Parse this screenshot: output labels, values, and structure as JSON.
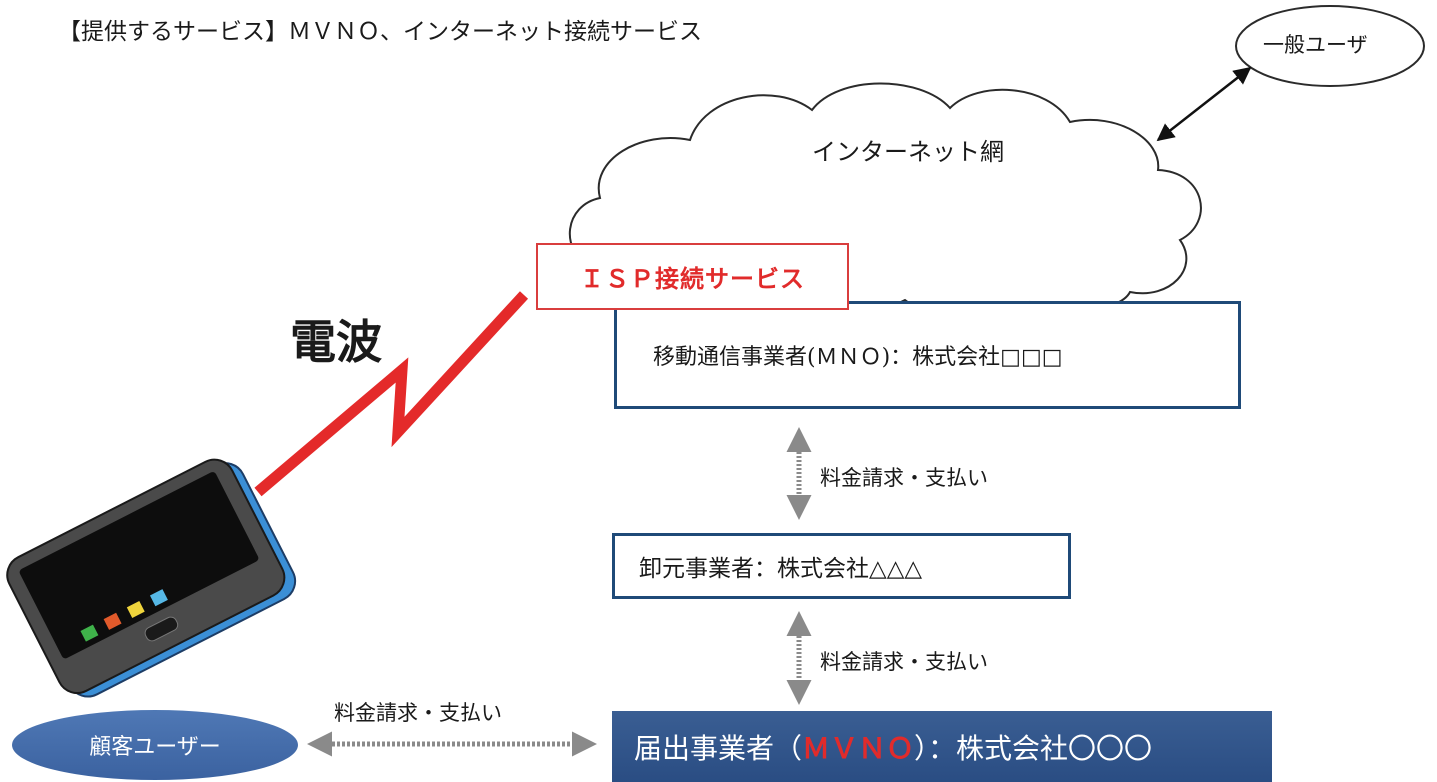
{
  "title": "【提供するサービス】ＭＶＮＯ、インターネット接続サービス",
  "cloud": {
    "label": "インターネット網"
  },
  "general_user": {
    "label": "一般ユーザ"
  },
  "isp": {
    "label": "ＩＳＰ接続サービス"
  },
  "radio": {
    "label": "電波"
  },
  "mno": {
    "label": "移動通信事業者(ＭＮＯ)：株式会社□□□"
  },
  "wholesaler": {
    "label": "卸元事業者：株式会社△△△"
  },
  "mvno": {
    "prefix": "届出事業者（",
    "highlight": "ＭＶＮＯ",
    "suffix": "）：株式会社〇〇〇"
  },
  "customer": {
    "label": "顧客ユーザー"
  },
  "flows": {
    "mno_wholesaler": "料金請求・支払い",
    "wholesaler_mvno": "料金請求・支払い",
    "customer_mvno": "料金請求・支払い"
  },
  "colors": {
    "accent_red": "#e12b2b",
    "box_border": "#1f4a78",
    "mvno_fill": "#2f5289",
    "arrow_gray": "#8a8a8a"
  }
}
